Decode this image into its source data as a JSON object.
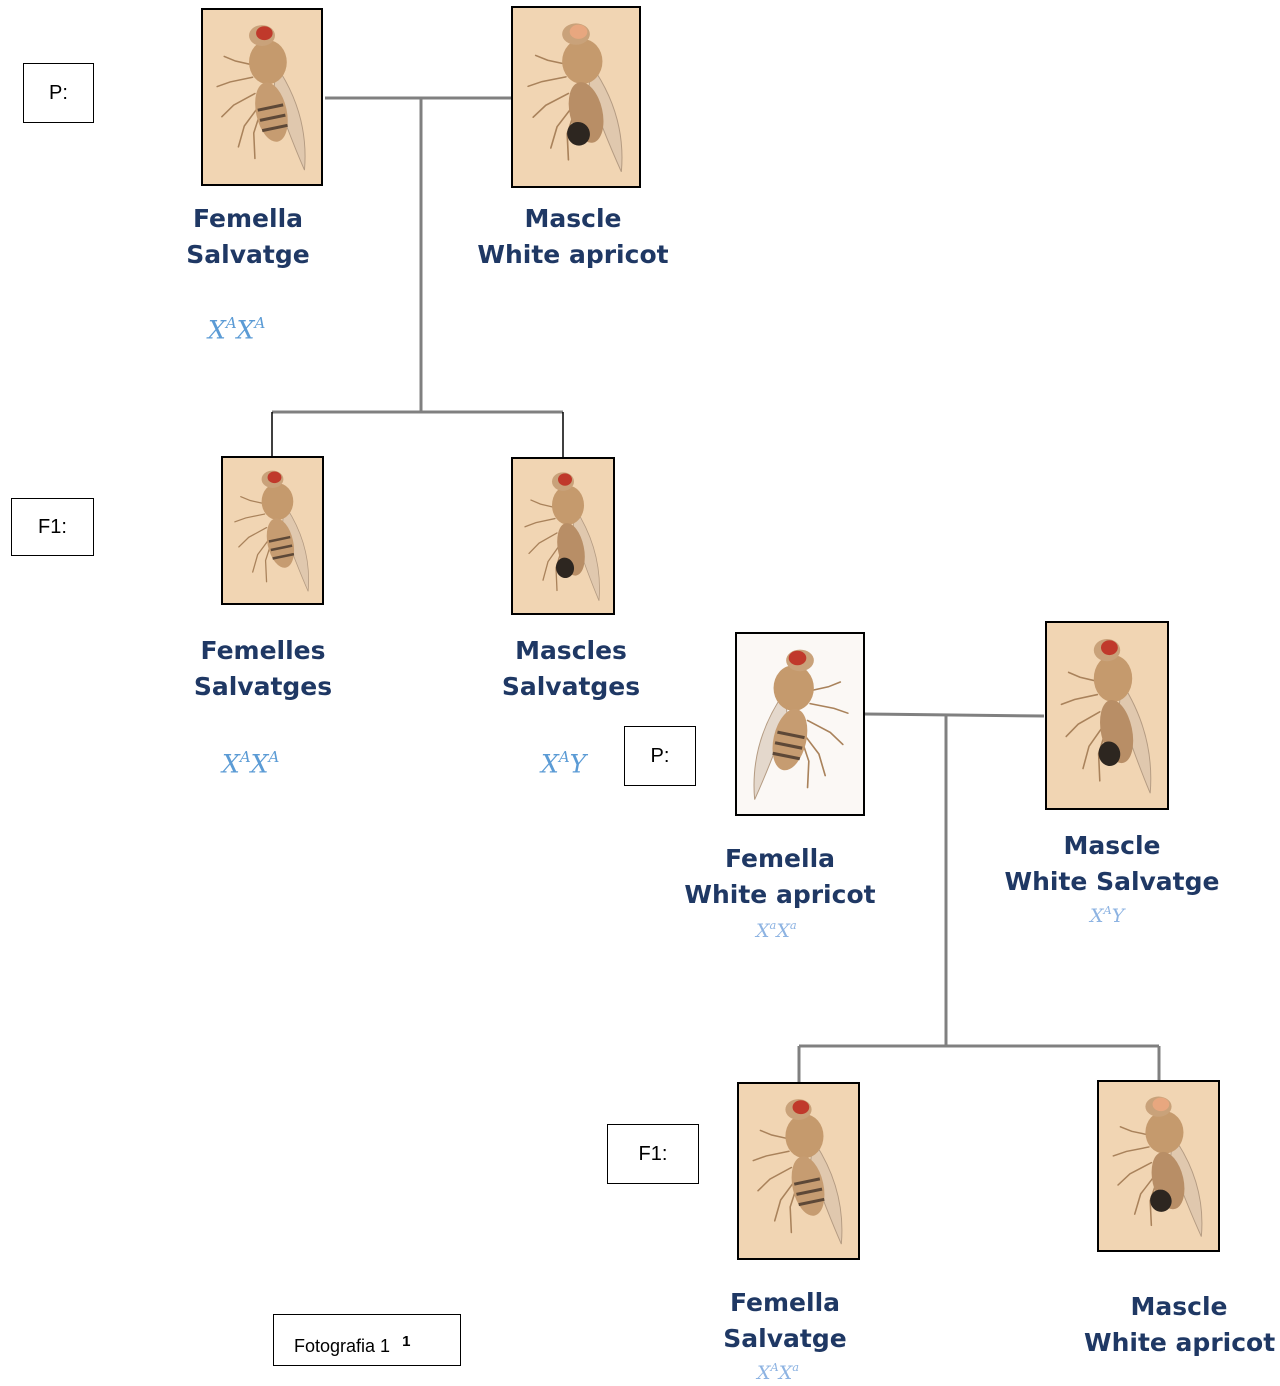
{
  "cross1": {
    "gen_p": "P:",
    "gen_f1": "F1:",
    "parent_female": {
      "line1": "Femella",
      "line2": "Salvatge",
      "genotype_base1": "X",
      "genotype_sup1": "A",
      "genotype_base2": "X",
      "genotype_sup2": "A"
    },
    "parent_male": {
      "line1": "Mascle",
      "line2": "White apricot"
    },
    "f1_female": {
      "line1": "Femelles",
      "line2": "Salvatges",
      "genotype_base1": "X",
      "genotype_sup1": "A",
      "genotype_base2": "X",
      "genotype_sup2": "A"
    },
    "f1_male": {
      "line1": "Mascles",
      "line2": "Salvatges",
      "genotype_base1": "X",
      "genotype_sup1": "A",
      "genotype_base2": "Y"
    }
  },
  "cross2": {
    "gen_p": "P:",
    "gen_f1": "F1:",
    "parent_female": {
      "line1": "Femella",
      "line2": "White apricot",
      "genotype_base1": "X",
      "genotype_sup1": "a",
      "genotype_base2": "X",
      "genotype_sup2": "a"
    },
    "parent_male": {
      "line1": "Mascle",
      "line2": "White Salvatge",
      "genotype_base1": "X",
      "genotype_sup1": "A",
      "genotype_base2": "Y"
    },
    "f1_female": {
      "line1": "Femella",
      "line2": "Salvatge",
      "genotype_base1": "X",
      "genotype_sup1": "A",
      "genotype_base2": "X",
      "genotype_sup2": "a"
    },
    "f1_male": {
      "line1": "Mascle",
      "line2": "White apricot"
    }
  },
  "caption": {
    "text": "Fotografia 1",
    "footnote": "1"
  },
  "colors": {
    "label": "#1f3864",
    "genotype": "#5b9bd5",
    "connector": "#808080",
    "photo_bg": "#f1d5b3",
    "red_eye": "#c0392b",
    "white_eye": "#e8a77f"
  }
}
